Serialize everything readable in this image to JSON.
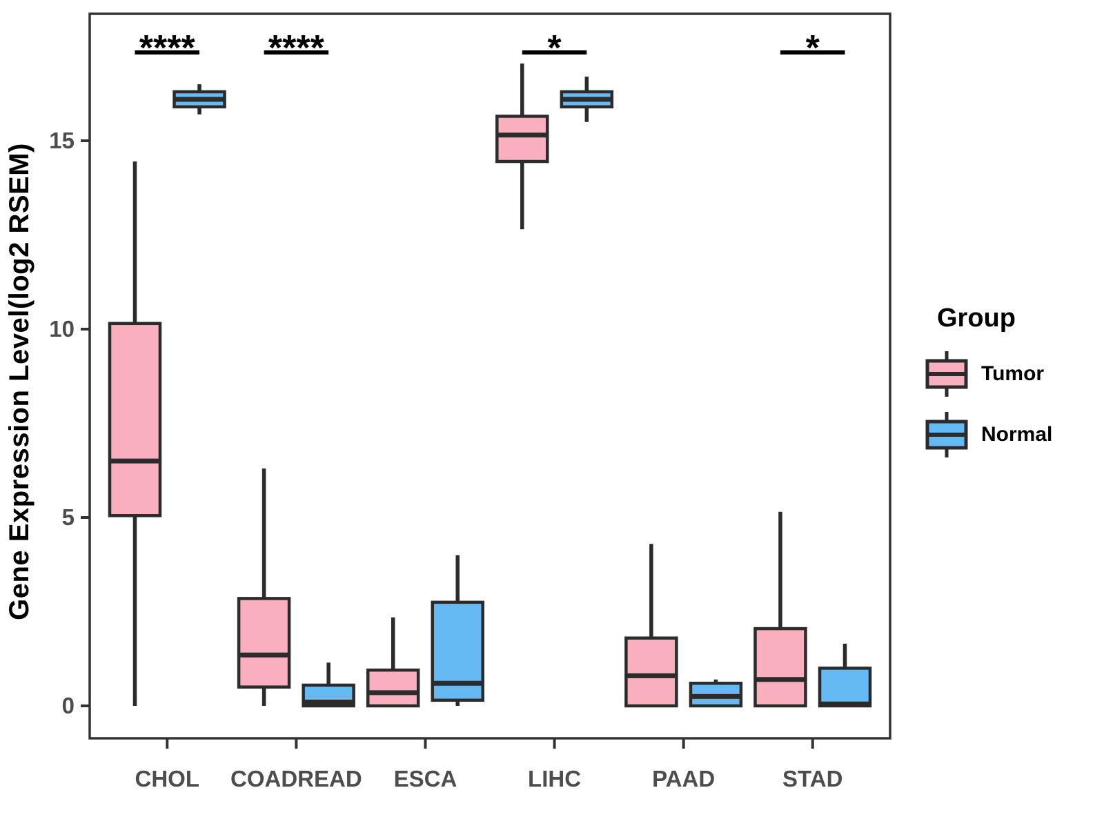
{
  "figure": {
    "y_axis_title": "Gene Expression Level(log2 RSEM)",
    "legend": {
      "title": "Group",
      "entries": [
        {
          "label": "Tumor",
          "color": "#F9AFBE"
        },
        {
          "label": "Normal",
          "color": "#65BAF3"
        }
      ]
    }
  },
  "colors": {
    "tumor_fill": "#F9AFBE",
    "normal_fill": "#65BAF3",
    "box_border": "#2B2B2B",
    "panel_border": "#333333",
    "tick_label": "#4D4D4D",
    "significance": "#000000"
  },
  "chart_data": {
    "type": "box",
    "title": "",
    "xlabel": "",
    "ylabel": "Gene Expression Level(log2 RSEM)",
    "categories": [
      "CHOL",
      "COADREAD",
      "ESCA",
      "LIHC",
      "PAAD",
      "STAD"
    ],
    "yticks": [
      0,
      5,
      10,
      15
    ],
    "ylim": [
      -0.9,
      18.4
    ],
    "grid": false,
    "legend_title": "Group",
    "legend_position": "right",
    "series": [
      {
        "name": "Tumor",
        "color": "#F9AFBE",
        "boxes": [
          {
            "category": "CHOL",
            "low": 0.0,
            "q1": 5.05,
            "median": 6.5,
            "q3": 10.15,
            "high": 14.45
          },
          {
            "category": "COADREAD",
            "low": 0.0,
            "q1": 0.5,
            "median": 1.35,
            "q3": 2.85,
            "high": 6.3
          },
          {
            "category": "ESCA",
            "low": 0.0,
            "q1": 0.0,
            "median": 0.35,
            "q3": 0.95,
            "high": 2.35
          },
          {
            "category": "LIHC",
            "low": 12.65,
            "q1": 14.45,
            "median": 15.15,
            "q3": 15.65,
            "high": 17.05
          },
          {
            "category": "PAAD",
            "low": 0.0,
            "q1": 0.0,
            "median": 0.8,
            "q3": 1.8,
            "high": 4.3
          },
          {
            "category": "STAD",
            "low": 0.0,
            "q1": 0.0,
            "median": 0.7,
            "q3": 2.05,
            "high": 5.15
          }
        ]
      },
      {
        "name": "Normal",
        "color": "#65BAF3",
        "boxes": [
          {
            "category": "CHOL",
            "low": 15.7,
            "q1": 15.9,
            "median": 16.1,
            "q3": 16.3,
            "high": 16.5
          },
          {
            "category": "COADREAD",
            "low": 0.0,
            "q1": 0.0,
            "median": 0.1,
            "q3": 0.55,
            "high": 1.15
          },
          {
            "category": "ESCA",
            "low": 0.0,
            "q1": 0.15,
            "median": 0.6,
            "q3": 2.75,
            "high": 4.0
          },
          {
            "category": "LIHC",
            "low": 15.5,
            "q1": 15.9,
            "median": 16.1,
            "q3": 16.3,
            "high": 16.7
          },
          {
            "category": "PAAD",
            "low": 0.0,
            "q1": 0.0,
            "median": 0.25,
            "q3": 0.6,
            "high": 0.7
          },
          {
            "category": "STAD",
            "low": 0.0,
            "q1": 0.0,
            "median": 0.05,
            "q3": 1.0,
            "high": 1.65
          }
        ]
      }
    ],
    "significance": [
      {
        "category": "CHOL",
        "label": "****"
      },
      {
        "category": "COADREAD",
        "label": "****"
      },
      {
        "category": "LIHC",
        "label": "*"
      },
      {
        "category": "STAD",
        "label": "*"
      }
    ]
  }
}
